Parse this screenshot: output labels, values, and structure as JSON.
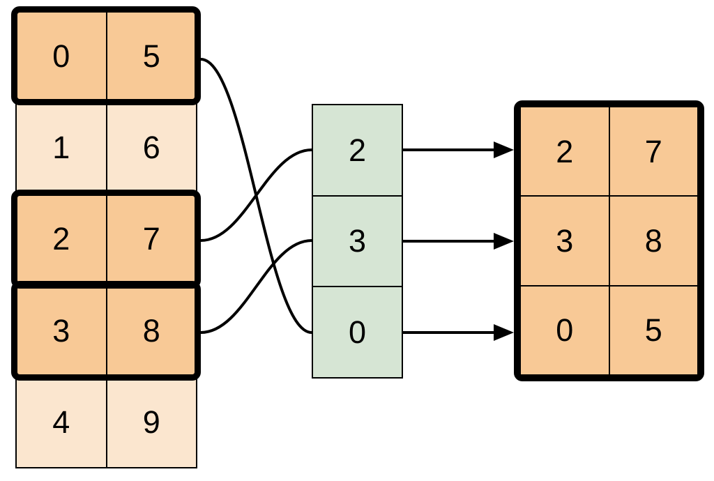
{
  "diagram": {
    "description": "Row-gather diagram: highlighted rows of a source table are selected by an index column and copied into a result table",
    "colors": {
      "highlight_fill": "#F8C996",
      "normal_fill": "#FBE6CF",
      "index_fill": "#D6E5D4",
      "stroke": "#000000",
      "background": "#FFFFFF"
    },
    "source_table": {
      "rows": [
        {
          "highlighted": true,
          "cells": [
            "0",
            "5"
          ]
        },
        {
          "highlighted": false,
          "cells": [
            "1",
            "6"
          ]
        },
        {
          "highlighted": true,
          "cells": [
            "2",
            "7"
          ]
        },
        {
          "highlighted": true,
          "cells": [
            "3",
            "8"
          ]
        },
        {
          "highlighted": false,
          "cells": [
            "4",
            "9"
          ]
        }
      ]
    },
    "index_column": {
      "cells": [
        "2",
        "3",
        "0"
      ]
    },
    "result_table": {
      "rows": [
        {
          "cells": [
            "2",
            "7"
          ]
        },
        {
          "cells": [
            "3",
            "8"
          ]
        },
        {
          "cells": [
            "0",
            "5"
          ]
        }
      ]
    },
    "connections": {
      "source_to_index": [
        {
          "source_row_values": [
            "0",
            "5"
          ],
          "index_value": "0"
        },
        {
          "source_row_values": [
            "2",
            "7"
          ],
          "index_value": "2"
        },
        {
          "source_row_values": [
            "3",
            "8"
          ],
          "index_value": "3"
        }
      ],
      "index_to_result": [
        {
          "index_value": "2",
          "result_row_values": [
            "2",
            "7"
          ]
        },
        {
          "index_value": "3",
          "result_row_values": [
            "3",
            "8"
          ]
        },
        {
          "index_value": "0",
          "result_row_values": [
            "0",
            "5"
          ]
        }
      ]
    }
  }
}
